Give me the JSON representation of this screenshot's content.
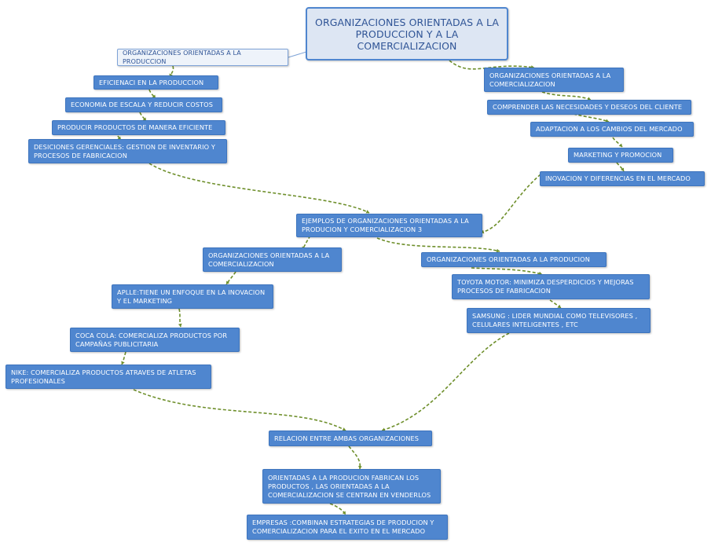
{
  "nodes": {
    "center": "ORGANIZACIONES ORIENTADAS A LA PRODUCCION Y A LA COMERCIALIZACION",
    "prod_root": "ORGANIZACIONES ORIENTADAS A LA PRODUCCION",
    "prod_1": "EFICIENACI  EN LA PRODUCCION",
    "prod_2": "ECONOMIA DE ESCALA Y REDUCIR COSTOS",
    "prod_3": "PRODUCIR PRODUCTOS DE MANERA EFICIENTE",
    "prod_4": "DESICIONES GERENCIALES: GESTION DE INVENTARIO Y PROCESOS DE FABRICACION",
    "com_root": "ORGANIZACIONES ORIENTADAS A LA COMERCIALIZACION",
    "com_1": "COMPRENDER LAS NECESIDADES Y DESEOS DEL CLIENTE",
    "com_2": "ADAPTACION A LOS CAMBIOS DEL MERCADO",
    "com_3": "MARKETING Y PROMOCION",
    "com_4": "INOVACION Y DIFERENCIAS EN EL MERCADO",
    "examples": "EJEMPLOS DE ORGANIZACIONES ORIENTADAS A LA PRODUCION Y COMERCIALIZACION 3",
    "ex_com": "ORGANIZACIONES ORIENTADAS A LA COMERCIALIZACION",
    "apple": "APLLE:TIENE UN ENFOQUE EN LA INOVACION Y EL MARKETING",
    "cocacola": "COCA COLA: COMERCIALIZA PRODUCTOS POR CAMPAÑAS PUBLICITARIA",
    "nike": "NIKE: COMERCIALIZA PRODUCTOS ATRAVES DE ATLETAS PROFESIONALES",
    "ex_prod": "ORGANIZACIONES ORIENTADAS A LA PRODUCION",
    "toyota": "TOYOTA MOTOR: MINIMIZA DESPERDICIOS Y MEJORAS PROCESOS DE FABRICACION",
    "samsung": "SAMSUNG : LIDER MUNDIAL COMO TELEVISORES , CELULARES INTELIGENTES , ETC",
    "relation": "RELACION ENTRE AMBAS ORGANIZACIONES",
    "rel_1": "ORIENTADAS A LA PRODUCION FABRICAN LOS PRODUCTOS , LAS ORIENTADAS A LA COMERCIALIZACION SE CENTRAN EN VENDERLOS",
    "rel_2": "EMPRESAS :COMBINAN ESTRATEGIAS DE PRODUCION Y COMERCIALIZACION PARA EL EXITO EN EL MERCADO"
  },
  "colors": {
    "node_fill": "#4f86cf",
    "center_fill": "#dde6f3",
    "connector": "#6e8f2b"
  }
}
